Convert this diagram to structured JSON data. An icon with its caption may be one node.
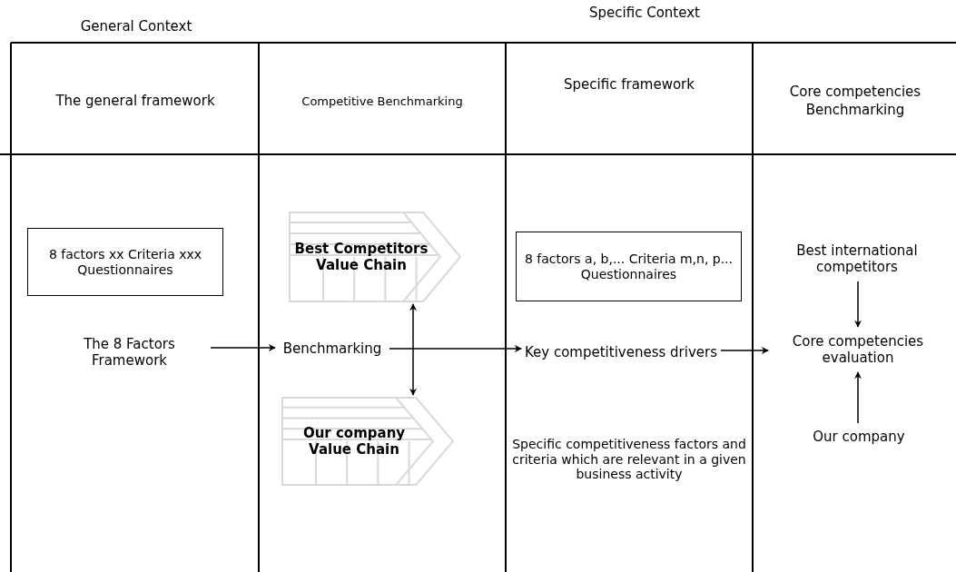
{
  "diagram": {
    "nodes": [
      {
        "text": [
          "8 factors xx Criteria xxx Questionnaires"
        ]
      },
      {
        "text": [
          "The 8 Factors Framework"
        ]
      },
      {
        "text": [
          "Best Competitors Value Chain"
        ]
      },
      {
        "text": [
          "Benchmarking"
        ]
      },
      {
        "text": [
          "Our company Value Chain"
        ]
      },
      {
        "text": [
          "8 factors a, b,... Criteria m,n, p... Questionnaires"
        ]
      },
      {
        "text": [
          "Key competitiveness drivers"
        ]
      },
      {
        "text": [
          "Specific competitiveness factors and criteria which are relevant in a given business activity"
        ]
      },
      {
        "text": [
          "Best international competitors"
        ]
      },
      {
        "text": [
          "Core competencies evaluation"
        ]
      },
      {
        "text": [
          "Our company"
        ]
      }
    ],
    "edges": [
      {
        "from": 1,
        "to": 3,
        "arrow": "to"
      },
      {
        "from": 2,
        "to": 4,
        "arrow": "both"
      },
      {
        "from": 3,
        "to": 6,
        "arrow": "to"
      },
      {
        "from": 6,
        "to": 9,
        "arrow": "to"
      },
      {
        "from": 8,
        "to": 9,
        "arrow": "to"
      },
      {
        "from": 10,
        "to": 9,
        "arrow": "to"
      }
    ],
    "labels": [
      "General Context",
      "Specific Context",
      "The general framework",
      "Competitive Benchmarking",
      "Specific framework",
      "Core competencies Benchmarking"
    ]
  }
}
